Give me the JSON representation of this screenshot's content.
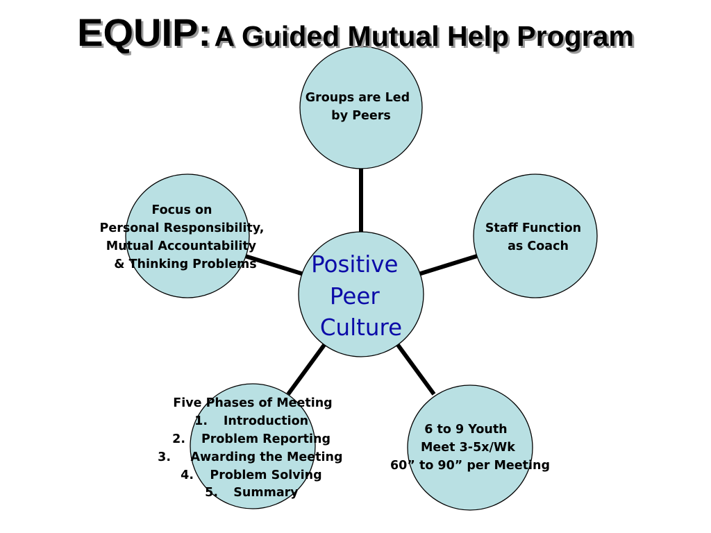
{
  "title": {
    "main": "EQUIP:",
    "sub": "A Guided Mutual Help Program"
  },
  "colors": {
    "circle_fill": "#b9e0e3",
    "center_text": "#0b0ba8"
  },
  "center": {
    "lines": [
      "Positive",
      "Peer",
      "Culture"
    ]
  },
  "nodes": {
    "top": {
      "lines": [
        "Groups are Led",
        "by Peers"
      ]
    },
    "right": {
      "lines": [
        "Staff Function",
        "as Coach"
      ]
    },
    "bottom_right": {
      "lines": [
        "6 to 9 Youth",
        "Meet 3-5x/Wk",
        "60” to 90” per Meeting"
      ]
    },
    "bottom_left": {
      "heading": "Five Phases of Meeting",
      "items": [
        {
          "num": "1.",
          "text": "Introduction"
        },
        {
          "num": "2.",
          "text": "Problem Reporting"
        },
        {
          "num": "3.",
          "text": "Awarding the Meeting"
        },
        {
          "num": "4.",
          "text": "Problem Solving"
        },
        {
          "num": "5.",
          "text": "Summary"
        }
      ]
    },
    "left": {
      "lines": [
        "Focus on",
        "Personal Responsibility,",
        "Mutual Accountability",
        "& Thinking Problems"
      ]
    }
  }
}
